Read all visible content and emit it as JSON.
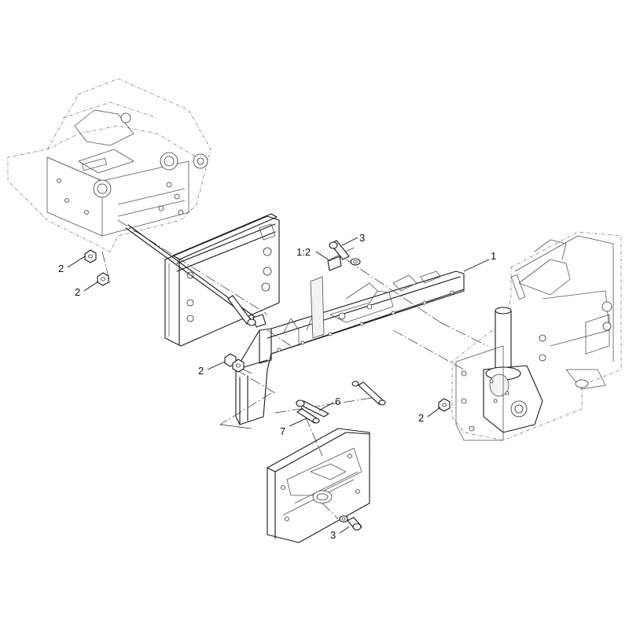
{
  "callouts": [
    {
      "id": "c1",
      "label": "1"
    },
    {
      "id": "c12",
      "label": "1:2"
    },
    {
      "id": "c3a",
      "label": "3"
    },
    {
      "id": "c3b",
      "label": "3"
    },
    {
      "id": "c2a",
      "label": "2"
    },
    {
      "id": "c2b",
      "label": "2"
    },
    {
      "id": "c2c",
      "label": "2"
    },
    {
      "id": "c2d",
      "label": "2"
    },
    {
      "id": "c6",
      "label": "6"
    },
    {
      "id": "c7",
      "label": "7"
    }
  ]
}
